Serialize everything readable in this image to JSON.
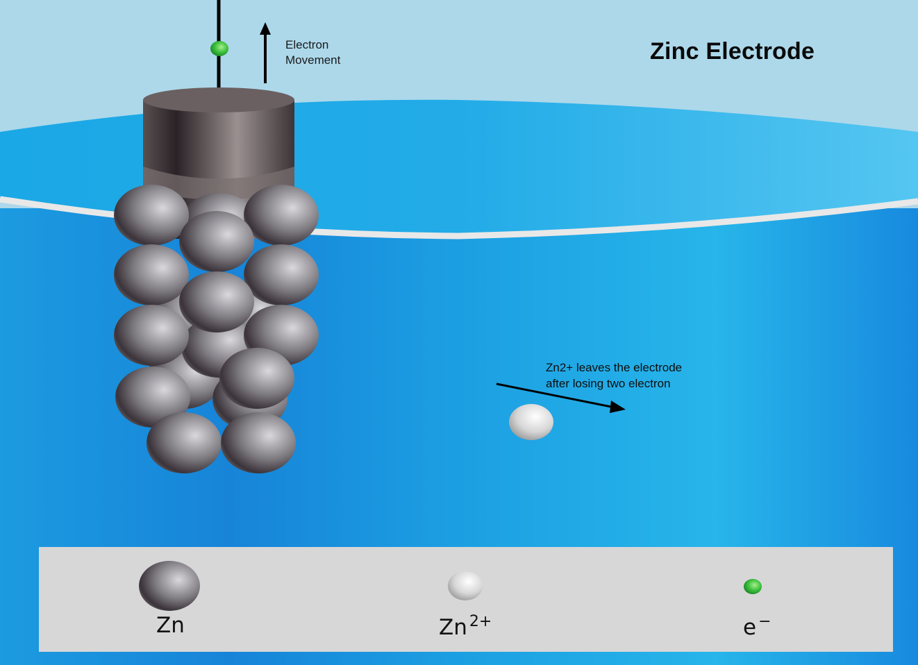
{
  "diagram": {
    "title": "Zinc Electrode",
    "annotations": {
      "electron_movement": [
        "Electron",
        "Movement"
      ],
      "ion_leaves": [
        "Zn2+ leaves the electrode",
        "after losing two electron"
      ]
    },
    "legend": {
      "items": [
        {
          "name": "zinc-atom",
          "symbol": "Zn",
          "superscript": ""
        },
        {
          "name": "zinc-ion",
          "symbol": "Zn",
          "superscript": "2+"
        },
        {
          "name": "electron",
          "symbol": "e",
          "superscript": "−"
        }
      ]
    },
    "colors": {
      "sky": "#add8ea",
      "solution": "#1a8fdc",
      "solution_light": "#27b2ea",
      "surface": "#4fc3f0",
      "rim": "#e8e8e8",
      "electrode": "#6b6262",
      "zinc_atom": "#8a878c",
      "zinc_ion": "#e6e6e6",
      "electron": "#3fbf3f",
      "legend_bg": "#d7d7d8"
    }
  }
}
